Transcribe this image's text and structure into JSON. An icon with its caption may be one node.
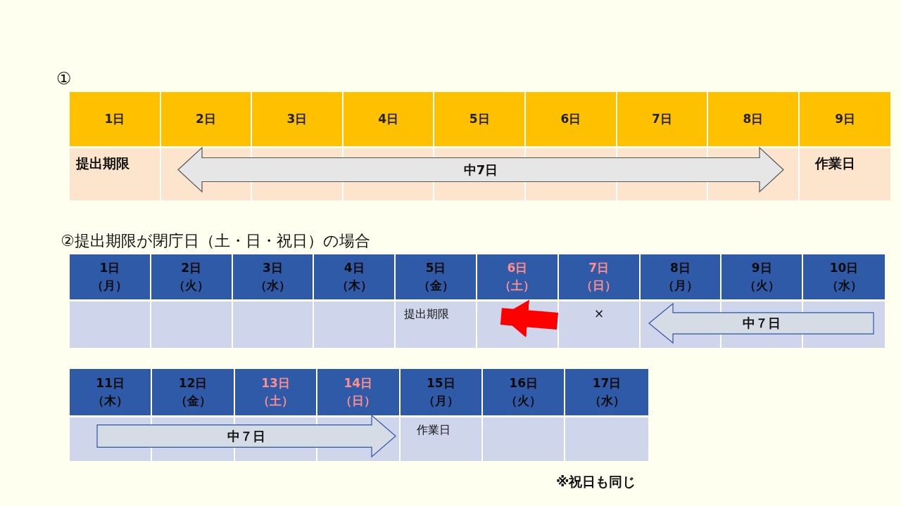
{
  "diagram": {
    "nodes": [
      {
        "text": [
          "提出期限"
        ]
      },
      {
        "text": [
          "中7日"
        ]
      },
      {
        "text": [
          "作業日"
        ]
      },
      {
        "text": [
          "提出期限"
        ]
      },
      {
        "text": [
          "中７日"
        ]
      },
      {
        "text": [
          "中７日"
        ]
      },
      {
        "text": [
          "作業日"
        ]
      }
    ],
    "edges": [
      {
        "from": null,
        "to": 3,
        "arrow": "to",
        "color": "#ff0000"
      }
    ],
    "labels": [
      "①",
      "1日",
      "2日",
      "3日",
      "4日",
      "5日",
      "6日",
      "7日",
      "8日",
      "9日",
      "②提出期限が閉庁日（土・日・祝日）の場合",
      "1日（月）",
      "2日（火）",
      "3日（水）",
      "4日（木）",
      "5日（金）",
      "6日（土）",
      "7日（日）",
      "8日（月）",
      "9日（火）",
      "10日（水）",
      "×",
      "11日（木）",
      "12日（金）",
      "13日（土）",
      "14日（日）",
      "15日（月）",
      "16日（火）",
      "17日（水）",
      "※祝日も同じ"
    ]
  }
}
